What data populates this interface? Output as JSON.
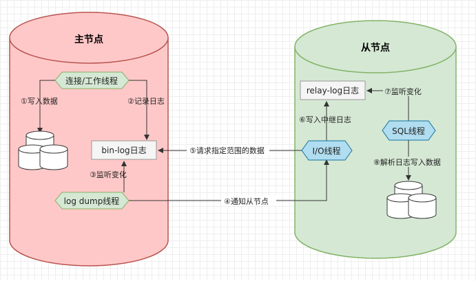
{
  "master": {
    "title": "主节点",
    "connection_thread": "连接/工作线程",
    "binlog": "bin-log日志",
    "dump_thread": "log dump线程",
    "step1": "①写入数据",
    "step2": "②记录日志",
    "step3": "③监听变化",
    "fill": "#ffc8c8",
    "stroke": "#b85450"
  },
  "slave": {
    "title": "从节点",
    "relaylog": "relay-log日志",
    "io_thread": "I/O线程",
    "sql_thread": "SQL线程",
    "step6": "⑥写入中继日志",
    "step7": "⑦监听变化",
    "step8": "⑧解析日志写入数据",
    "fill": "#d5e8d4",
    "stroke": "#82b366"
  },
  "links": {
    "step4": "④通知从节点",
    "step5": "⑤请求指定范围的数据"
  },
  "colors": {
    "thread_fill": "#d5e8d4",
    "thread_stroke": "#82b366",
    "sql_fill": "#b1ddf0",
    "sql_stroke": "#10739e",
    "log_fill": "#f5f5f5",
    "log_stroke": "#999999"
  }
}
